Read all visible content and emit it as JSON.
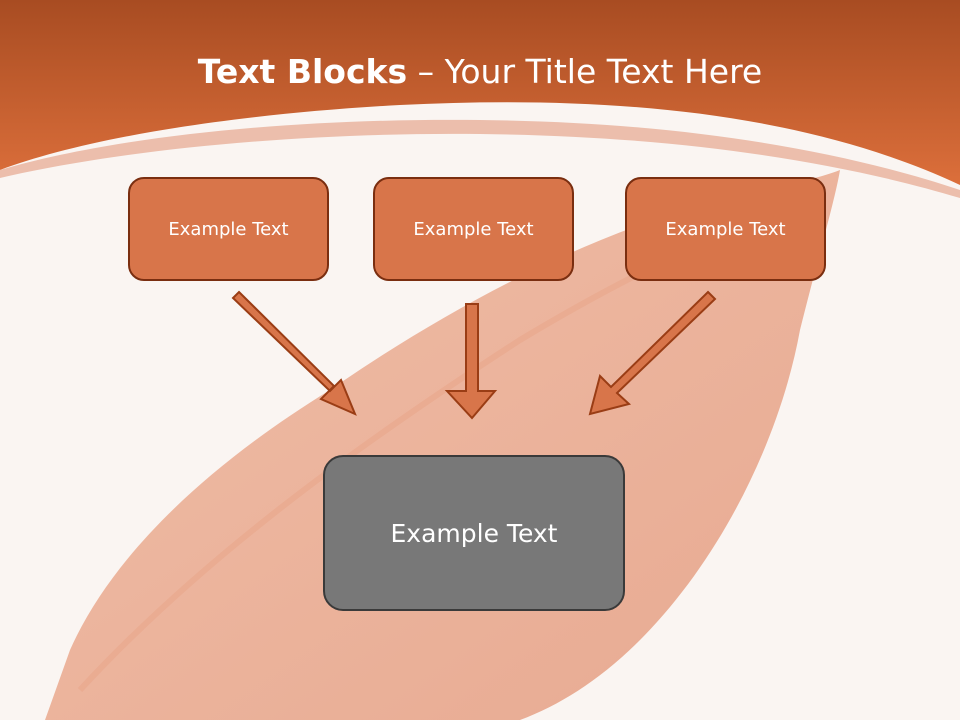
{
  "title": {
    "bold": "Text Blocks",
    "rest": " – Your Title Text Here"
  },
  "boxes": {
    "top_left": "Example Text",
    "top_center": "Example Text",
    "top_right": "Example Text",
    "main": "Example Text"
  },
  "colors": {
    "header": "#d2642f",
    "box_fill": "#d8754a",
    "box_border": "#7a2e10",
    "main_fill": "#787878",
    "background": "#faf5f2"
  }
}
